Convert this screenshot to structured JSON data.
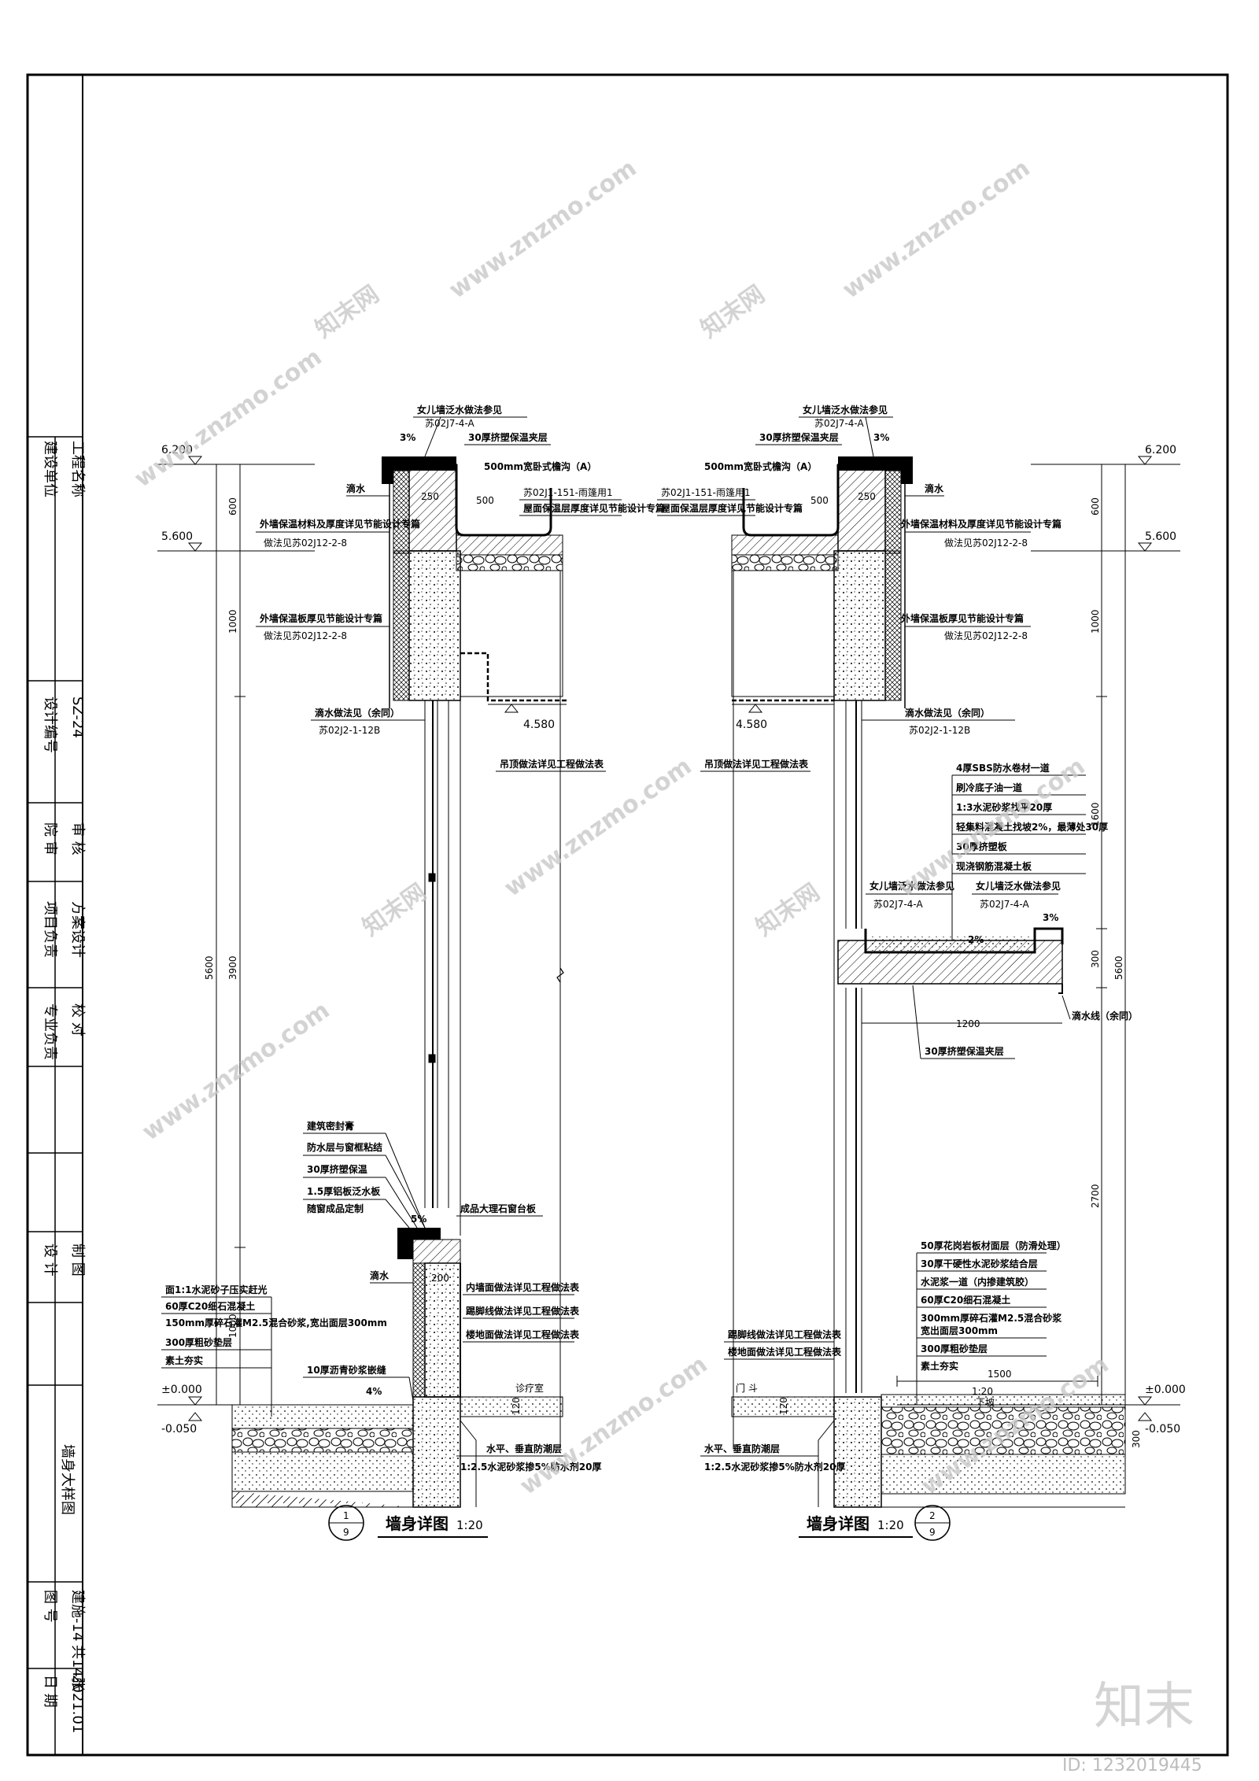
{
  "title_block": {
    "construction_unit": "建设单位",
    "project_name": "工程名称",
    "design_number_label": "设计编号",
    "design_number_value": "SZ-24",
    "institute_review": "院 审",
    "review": "审 核",
    "project_lead": "项目负责",
    "scheme_design": "方案设计",
    "discipline_lead": "专业负责",
    "check": "校 对",
    "design": "设 计",
    "drafting": "制 图",
    "drawing_name": "墙身大样图",
    "drawing_no_label": "图 号",
    "drawing_no_value": "建施-14",
    "sheet_total": "共14张",
    "date_label": "日 期",
    "date_value": "2021.01"
  },
  "details": [
    {
      "title": "墙身详图",
      "scale": "1:20",
      "num_top": "1",
      "num_bottom": "9"
    },
    {
      "title": "墙身详图",
      "scale": "1:20",
      "num_top": "2",
      "num_bottom": "9"
    }
  ],
  "elevations": {
    "e6200": "6.200",
    "e5600": "5.600",
    "e4580": "4.580",
    "e0000": "±0.000",
    "em050": "-0.050"
  },
  "dimensions": {
    "d600": "600",
    "d1000": "1000",
    "d3900": "3900",
    "d5600": "5600",
    "d1600": "1600",
    "d300": "300",
    "d2700": "2700",
    "d250": "250",
    "d500": "500",
    "d1200": "1200",
    "d1500": "1500",
    "d120": "120",
    "d200": "200"
  },
  "annotations": {
    "parapet_ref_1": "女儿墙泛水做法参见",
    "parapet_ref_2": "苏02J7-4-A",
    "slope_3": "3%",
    "slope_5": "5%",
    "slope_2": "2%",
    "slope_4": "4%",
    "insul_30": "30厚挤塑保温夹层",
    "gutter_500": "500mm宽卧式檐沟（A）",
    "ref_151": "苏02J1-151-雨篷用1",
    "roof_insul": "屋面保温层厚度详见节能设计专篇",
    "ext_insul_1": "外墙保温材料及厚度详见节能设计专篇",
    "ext_insul_2": "外墙保温板厚见节能设计专篇",
    "method_ref": "做法见苏02J12-2-8",
    "drip": "滴水",
    "drip_cap": "滴水做法见（余同）",
    "drip_ref": "苏02J2-1-12B",
    "ceiling_ref": "吊顶做法详见工程做法表",
    "sbs_1": "4厚SBS防水卷材一道",
    "sbs_2": "刷冷底子油一道",
    "sbs_3": "1:3水泥砂浆找平20厚",
    "sbs_4": "轻集料混凝土找坡2%，最薄处30厚",
    "sbs_5": "30厚挤塑板",
    "sbs_6": "现浇钢筋混凝土板",
    "drip_line": "滴水线（余同）",
    "sill_1": "建筑密封膏",
    "sill_2": "防水层与窗框粘结",
    "sill_3": "30厚挤塑保温",
    "sill_4": "1.5厚铝板泛水板",
    "sill_5": "随窗成品定制",
    "sill_6": "成品大理石窗台板",
    "int_wall": "内墙面做法详见工程做法表",
    "skirting": "踢脚线做法详见工程做法表",
    "floor": "楼地面做法详见工程做法表",
    "room_clinic": "诊疗室",
    "room_vestibule": "门 斗",
    "ramp_1": "面1:1水泥砂子压实赶光",
    "ramp_2": "60厚C20细石混凝土",
    "ramp_3": "150mm厚碎石灌M2.5混合砂浆,宽出面层300mm",
    "ramp_4": "300厚粗砂垫层",
    "ramp_5": "素土夯实",
    "ramp_6": "10厚沥青砂浆嵌缝",
    "dpc": "水平、垂直防潮层",
    "dpc_2": "1:2.5水泥砂浆掺5%防水剂20厚",
    "step_1": "50厚花岗岩板材面层（防滑处理）",
    "step_2": "30厚干硬性水泥砂浆结合层",
    "step_3": "水泥浆一道（内掺建筑胶）",
    "step_4": "60厚C20细石混凝土",
    "step_5": "300mm厚碎石灌M2.5混合砂浆",
    "step_5b": "宽出面层300mm",
    "step_6": "300厚粗砂垫层",
    "step_7": "素土夯实",
    "ramp_slope": "1:20",
    "down": "下坡"
  },
  "watermark": {
    "site": "www.znzmo.com",
    "brand": "知末网",
    "logo": "知末",
    "id": "ID: 1232019445"
  }
}
